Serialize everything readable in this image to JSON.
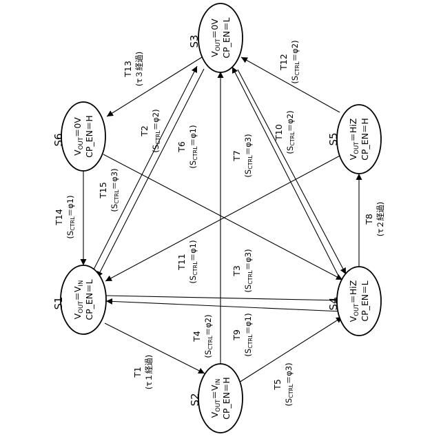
{
  "states": {
    "s1": {
      "name": "S1",
      "vout_pre": "V",
      "vout_pre_sub": "OUT",
      "vout_val": "V",
      "vout_val_sub": "IN",
      "cp": "CP_EN＝L"
    },
    "s2": {
      "name": "S2",
      "vout_pre": "V",
      "vout_pre_sub": "OUT",
      "vout_val": "V",
      "vout_val_sub": "IN",
      "cp": "CP_EN＝H"
    },
    "s3": {
      "name": "S3",
      "vout_pre": "V",
      "vout_pre_sub": "OUT",
      "vout_val": "0V",
      "vout_val_sub": "",
      "cp": "CP_EN＝L"
    },
    "s4": {
      "name": "S4",
      "vout_pre": "V",
      "vout_pre_sub": "OUT",
      "vout_val": "HiZ",
      "vout_val_sub": "",
      "cp": "CP_EN＝L"
    },
    "s5": {
      "name": "S5",
      "vout_pre": "V",
      "vout_pre_sub": "OUT",
      "vout_val": "HiZ",
      "vout_val_sub": "",
      "cp": "CP_EN＝H"
    },
    "s6": {
      "name": "S6",
      "vout_pre": "V",
      "vout_pre_sub": "OUT",
      "vout_val": "0V",
      "vout_val_sub": "",
      "cp": "CP_EN＝H"
    }
  },
  "transitions": {
    "t1": {
      "name": "T1",
      "cond": "(τ１経過)"
    },
    "t2": {
      "name": "T2",
      "cond_pre": "(S",
      "cond_sub": "CTRL",
      "cond_post": "＝φ2)"
    },
    "t3": {
      "name": "T3",
      "cond_pre": "(S",
      "cond_sub": "CTRL",
      "cond_post": "＝φ3)"
    },
    "t4": {
      "name": "T4",
      "cond_pre": "(S",
      "cond_sub": "CTRL",
      "cond_post": "＝φ2)"
    },
    "t5": {
      "name": "T5",
      "cond_pre": "(S",
      "cond_sub": "CTRL",
      "cond_post": "＝φ3)"
    },
    "t6": {
      "name": "T6",
      "cond_pre": "(S",
      "cond_sub": "CTRL",
      "cond_post": "＝φ1)"
    },
    "t7": {
      "name": "T7",
      "cond_pre": "(S",
      "cond_sub": "CTRL",
      "cond_post": "＝φ3)"
    },
    "t8": {
      "name": "T8",
      "cond": "(τ２経過)"
    },
    "t9": {
      "name": "T9",
      "cond_pre": "(S",
      "cond_sub": "CTRL",
      "cond_post": "＝φ1)"
    },
    "t10": {
      "name": "T10",
      "cond_pre": "(S",
      "cond_sub": "CTRL",
      "cond_post": "＝φ2)"
    },
    "t11": {
      "name": "T11",
      "cond_pre": "(S",
      "cond_sub": "CTRL",
      "cond_post": "＝φ1)"
    },
    "t12": {
      "name": "T12",
      "cond_pre": "(S",
      "cond_sub": "CTRL",
      "cond_post": "＝φ2)"
    },
    "t13": {
      "name": "T13",
      "cond": "(τ３経過)"
    },
    "t14": {
      "name": "T14",
      "cond_pre": "(S",
      "cond_sub": "CTRL",
      "cond_post": "＝φ1)"
    },
    "t15": {
      "name": "T15",
      "cond_pre": "(S",
      "cond_sub": "CTRL",
      "cond_post": "＝φ3)"
    }
  }
}
